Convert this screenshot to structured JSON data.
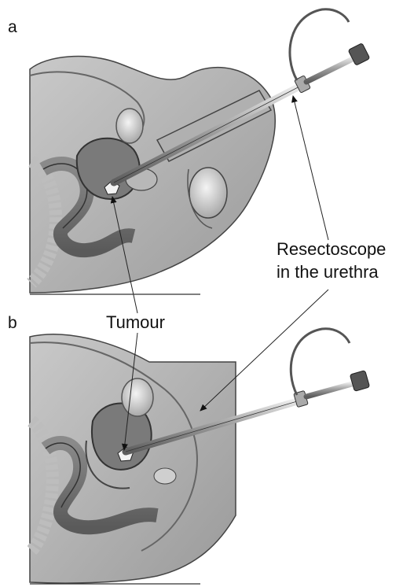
{
  "panels": [
    {
      "letter": "a"
    },
    {
      "letter": "b"
    }
  ],
  "callouts": {
    "resectoscope_line1": "Resectoscope",
    "resectoscope_line2": "in the urethra",
    "tumour": "Tumour"
  }
}
